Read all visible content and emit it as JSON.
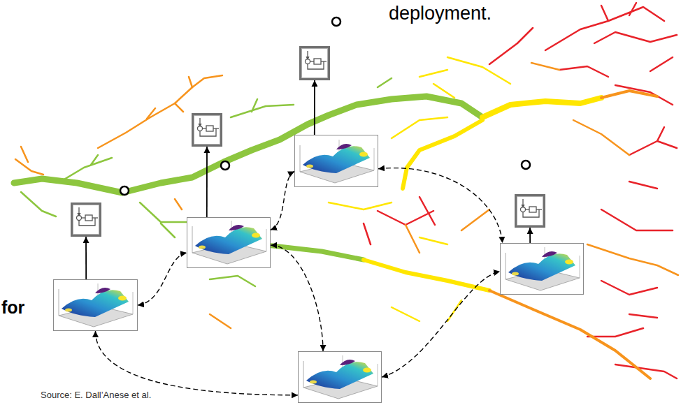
{
  "diagram": {
    "nodes": [
      {
        "text": []
      },
      {
        "text": []
      },
      {
        "text": []
      },
      {
        "text": []
      },
      {
        "text": []
      },
      {
        "text": []
      },
      {
        "text": []
      },
      {
        "text": []
      },
      {
        "text": []
      }
    ],
    "edges": [
      {
        "from": 4,
        "to": 0,
        "arrow": "to"
      },
      {
        "from": 5,
        "to": 1,
        "arrow": "to"
      },
      {
        "from": 6,
        "to": 2,
        "arrow": "to"
      },
      {
        "from": 7,
        "to": 3,
        "arrow": "to"
      },
      {
        "from": 6,
        "to": 5,
        "arrow": "both"
      },
      {
        "from": 5,
        "to": 4,
        "arrow": "both"
      },
      {
        "from": 5,
        "to": 8,
        "arrow": "both"
      },
      {
        "from": 4,
        "to": 7,
        "arrow": "both"
      },
      {
        "from": 6,
        "to": 8,
        "arrow": "both"
      },
      {
        "from": 8,
        "to": 7,
        "arrow": "both"
      }
    ],
    "labels": [
      "deployment.",
      "for",
      "Source: E. Dall’Anese et al."
    ]
  }
}
